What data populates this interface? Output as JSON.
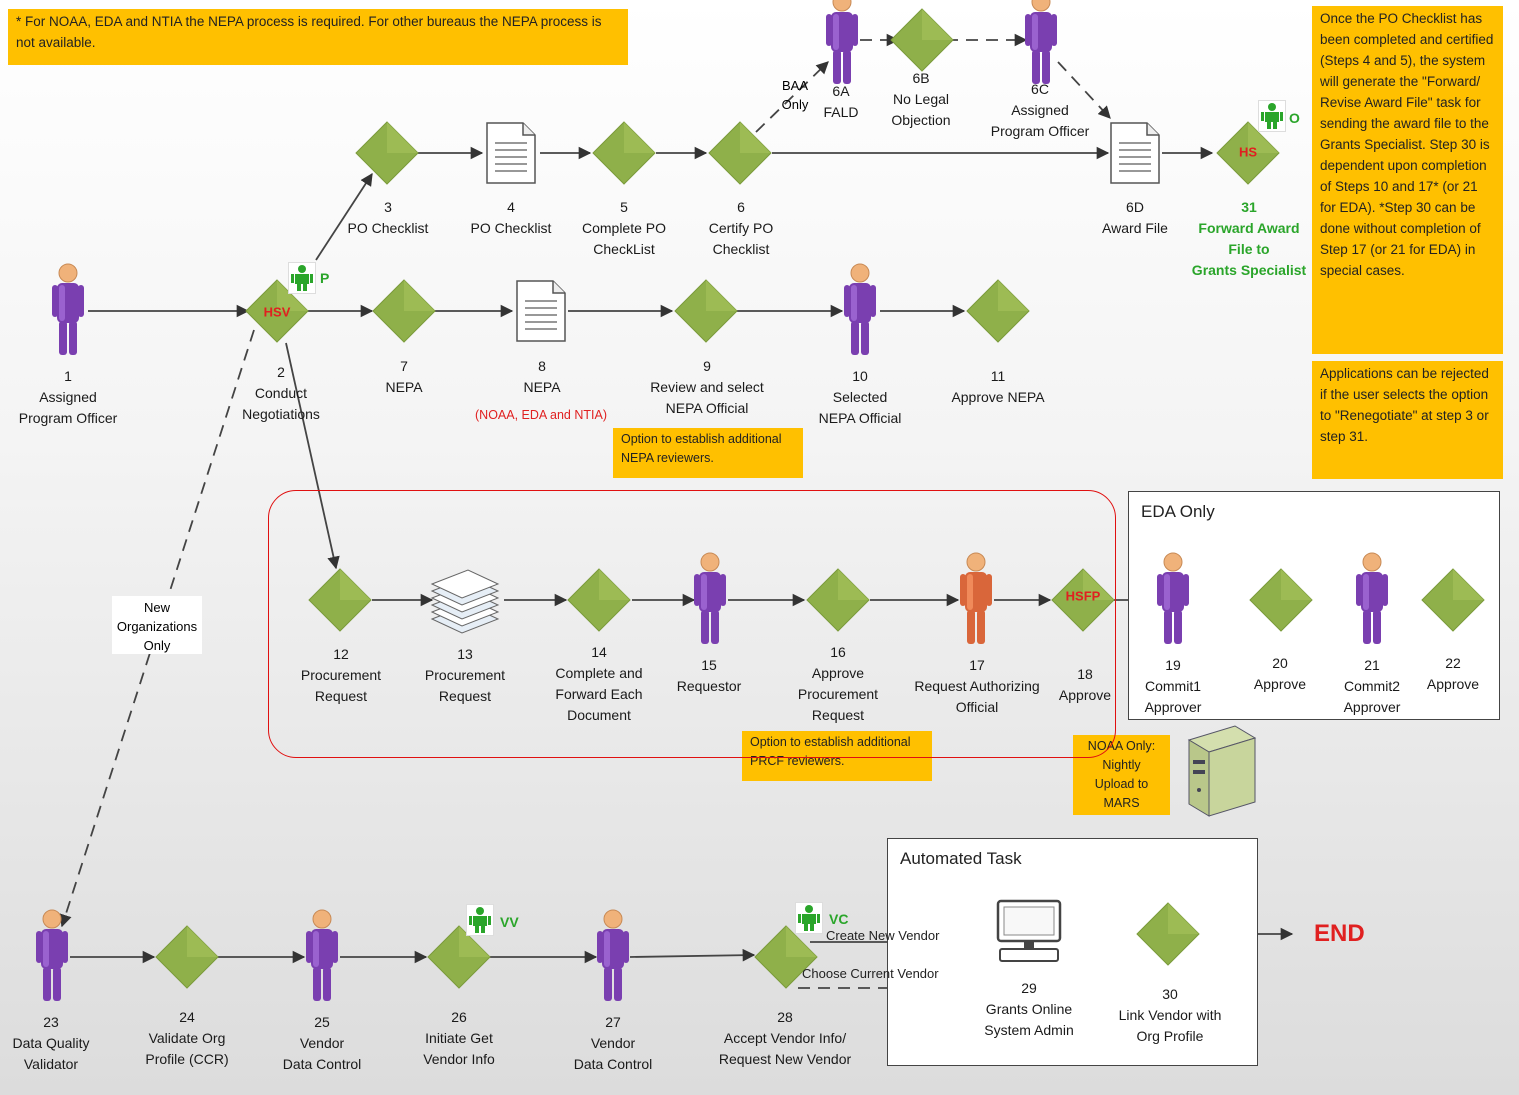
{
  "top_note": "* For NOAA, EDA  and NTIA the NEPA process is required. For other bureaus the NEPA process is not available.",
  "right_note_1": "Once the PO Checklist has been completed and certified (Steps 4 and 5), the system will generate the \"Forward/ Revise Award File\" task for sending the award file to the Grants Specialist. Step 30 is dependent upon completion of Steps 10 and 17* (or 21 for EDA). *Step 30 can be done without completion of Step 17 (or 21 for EDA) in special cases.",
  "right_note_2": "Applications can be rejected if the user selects the option to \"Renegotiate\" at step 3 or step 31.",
  "nepa_note": "Option to establish additional NEPA reviewers.",
  "prcf_note": "Option to establish additional PRCF reviewers.",
  "noaa_note": "NOAA Only: Nightly Upload to MARS",
  "eda_title": "EDA Only",
  "automated_title": "Automated Task",
  "end_label": "END",
  "baa_label": "BAA\nOnly",
  "new_orgs_label": "New\nOrganizations\nOnly",
  "create_vendor_label": "Create New Vendor",
  "choose_vendor_label": "Choose Current Vendor",
  "nodes": {
    "n1": "1\nAssigned\nProgram Officer",
    "n2": "2\nConduct\nNegotiations",
    "n3": "3\nPO Checklist",
    "n4": "4\nPO Checklist",
    "n5": "5\nComplete PO\nCheckList",
    "n6": "6\nCertify PO\nChecklist",
    "n6A": "6A\nFALD",
    "n6B": "6B\nNo Legal\nObjection",
    "n6C": "6C\nAssigned\nProgram Officer",
    "n6D": "6D\nAward File",
    "n31": "31\nForward Award\nFile to\nGrants Specialist",
    "n7": "7\nNEPA",
    "n8": "8\nNEPA",
    "n8sub": "(NOAA, EDA and NTIA)",
    "n9": "9\nReview and select\nNEPA Official",
    "n10": "10\nSelected\nNEPA Official",
    "n11": "11\nApprove NEPA",
    "n12": "12\nProcurement\nRequest",
    "n13": "13\nProcurement\nRequest",
    "n14": "14\nComplete and\nForward Each\nDocument",
    "n15": "15\nRequestor",
    "n16": "16\nApprove\nProcurement\nRequest",
    "n17": "17\nRequest Authorizing\nOfficial",
    "n18": "18\nApprove",
    "n19": "19\nCommit1\nApprover",
    "n20": "20\nApprove",
    "n21": "21\nCommit2\nApprover",
    "n22": "22\nApprove",
    "n23": "23\nData Quality\nValidator",
    "n24": "24\nValidate Org\nProfile (CCR)",
    "n25": "25\nVendor\nData Control",
    "n26": "26\nInitiate Get\nVendor Info",
    "n27": "27\nVendor\nData Control",
    "n28": "28\nAccept Vendor Info/\nRequest New Vendor",
    "n29": "29\nGrants Online\nSystem Admin",
    "n30": "30\nLink Vendor with\nOrg Profile"
  },
  "diamond_marks": {
    "hsv": "HSV",
    "hs": "HS",
    "hsfp": "HSFP"
  },
  "bot_marks": {
    "p": "P",
    "o": "O",
    "vv": "VV",
    "vc": "VC"
  },
  "colors": {
    "diamond": "#8fb04a",
    "person_body": "#7a3fb0",
    "person_head": "#f0b27a",
    "note_bg": "#ffc000",
    "alert_red": "#e02020",
    "bot_green": "#2aa52a"
  }
}
